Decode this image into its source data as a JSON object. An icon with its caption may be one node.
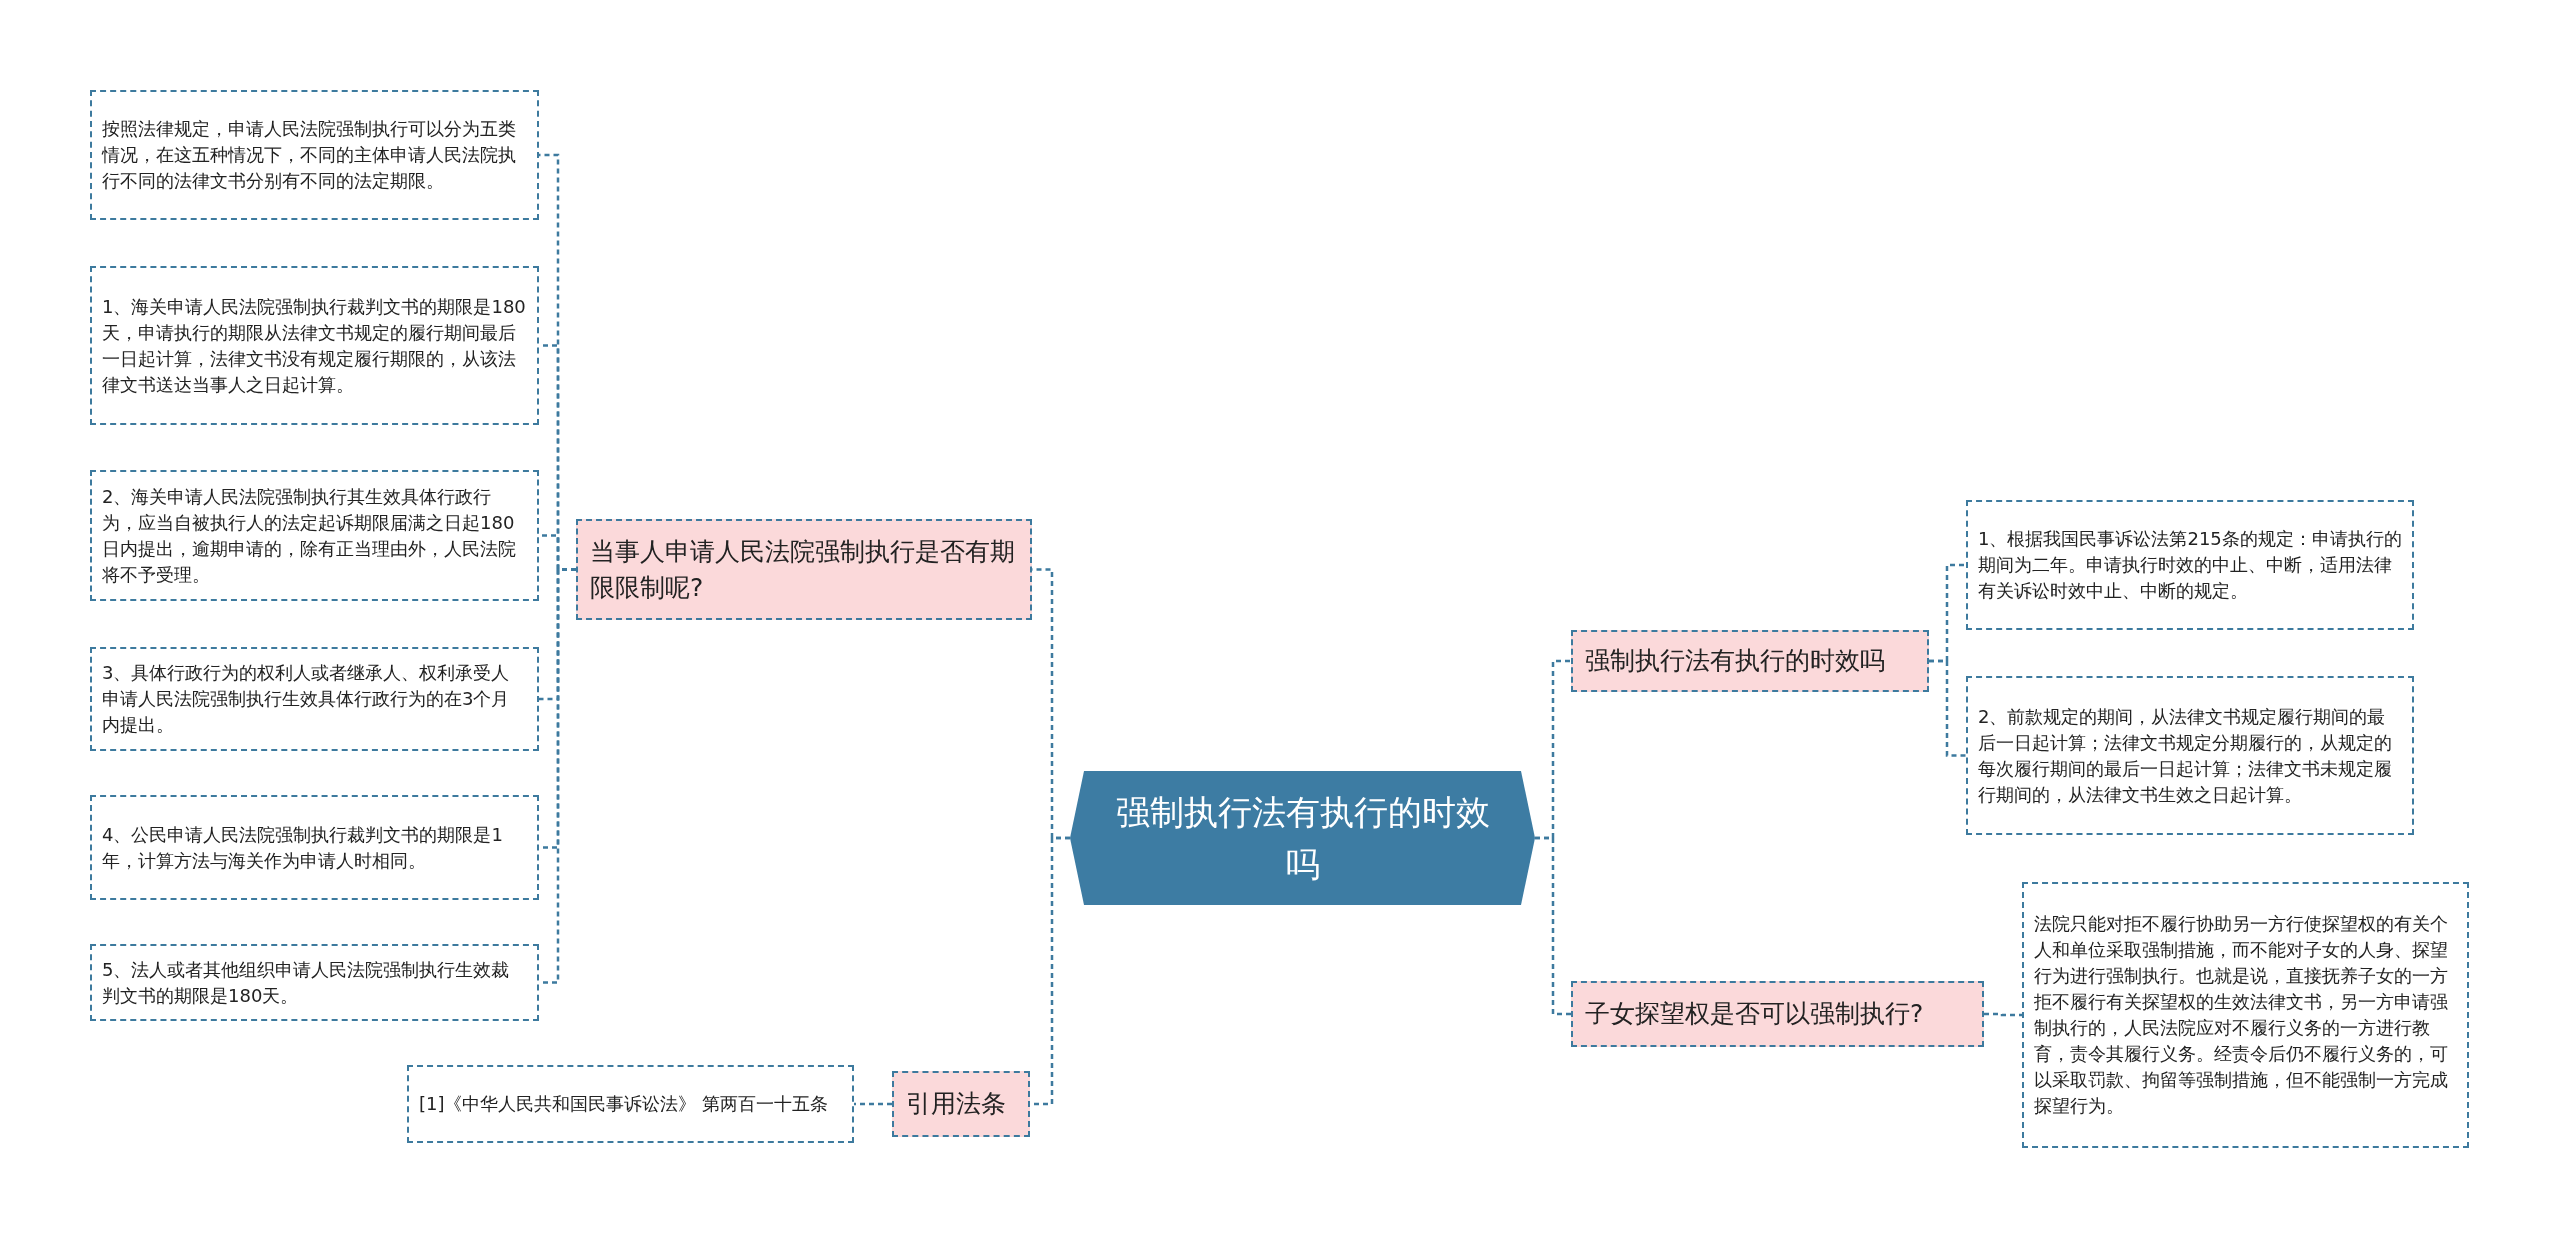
{
  "diagram": {
    "nodes": [
      {
        "text": [
          "强制执行法有执行的时效吗"
        ]
      },
      {
        "text": [
          "当事人申请人民法院强制执行是否有期限限制呢?"
        ]
      },
      {
        "text": [
          "按照法律规定，申请人民法院强制执行可以分为五类情况，在这五种情况下，不同的主体申请人民法院执行不同的法律文书分别有不同的法定期限。"
        ]
      },
      {
        "text": [
          "1、海关申请人民法院强制执行裁判文书的期限是180天，申请执行的期限从法律文书规定的履行期间最后一日起计算，法律文书没有规定履行期限的，从该法律文书送达当事人之日起计算。"
        ]
      },
      {
        "text": [
          "2、海关申请人民法院强制执行其生效具体行政行为，应当自被执行人的法定起诉期限届满之日起180日内提出，逾期申请的，除有正当理由外，人民法院将不予受理。"
        ]
      },
      {
        "text": [
          "3、具体行政行为的权利人或者继承人、权利承受人申请人民法院强制执行生效具体行政行为的在3个月内提出。"
        ]
      },
      {
        "text": [
          "4、公民申请人民法院强制执行裁判文书的期限是1年，计算方法与海关作为申请人时相同。"
        ]
      },
      {
        "text": [
          "5、法人或者其他组织申请人民法院强制执行生效裁判文书的期限是180天。"
        ]
      },
      {
        "text": [
          "引用法条"
        ]
      },
      {
        "text": [
          "[1]《中华人民共和国民事诉讼法》 第两百一十五条"
        ]
      },
      {
        "text": [
          "强制执行法有执行的时效吗"
        ]
      },
      {
        "text": [
          "1、根据我国民事诉讼法第215条的规定：申请执行的期间为二年。申请执行时效的中止、中断，适用法律有关诉讼时效中止、中断的规定。"
        ]
      },
      {
        "text": [
          "2、前款规定的期间，从法律文书规定履行期间的最后一日起计算；法律文书规定分期履行的，从规定的每次履行期间的最后一日起计算；法律文书未规定履行期间的，从法律文书生效之日起计算。"
        ]
      },
      {
        "text": [
          "子女探望权是否可以强制执行?"
        ]
      },
      {
        "text": [
          "法院只能对拒不履行协助另一方行使探望权的有关个人和单位采取强制措施，而不能对子女的人身、探望行为进行强制执行。也就是说，直接抚养子女的一方拒不履行有关探望权的生效法律文书，另一方申请强制执行的，人民法院应对不履行义务的一方进行教育，责令其履行义务。经责令后仍不履行义务的，可以采取罚款、拘留等强制措施，但不能强制一方完成探望行为。"
        ]
      }
    ],
    "edges": [
      {
        "from": 0,
        "to": 1,
        "arrow": "none"
      },
      {
        "from": 1,
        "to": 2,
        "arrow": "none"
      },
      {
        "from": 1,
        "to": 3,
        "arrow": "none"
      },
      {
        "from": 1,
        "to": 4,
        "arrow": "none"
      },
      {
        "from": 1,
        "to": 5,
        "arrow": "none"
      },
      {
        "from": 1,
        "to": 6,
        "arrow": "none"
      },
      {
        "from": 1,
        "to": 7,
        "arrow": "none"
      },
      {
        "from": 0,
        "to": 8,
        "arrow": "none"
      },
      {
        "from": 8,
        "to": 9,
        "arrow": "none"
      },
      {
        "from": 0,
        "to": 10,
        "arrow": "none"
      },
      {
        "from": 10,
        "to": 11,
        "arrow": "none"
      },
      {
        "from": 10,
        "to": 12,
        "arrow": "none"
      },
      {
        "from": 0,
        "to": 13,
        "arrow": "none"
      },
      {
        "from": 13,
        "to": 14,
        "arrow": "none"
      }
    ]
  }
}
